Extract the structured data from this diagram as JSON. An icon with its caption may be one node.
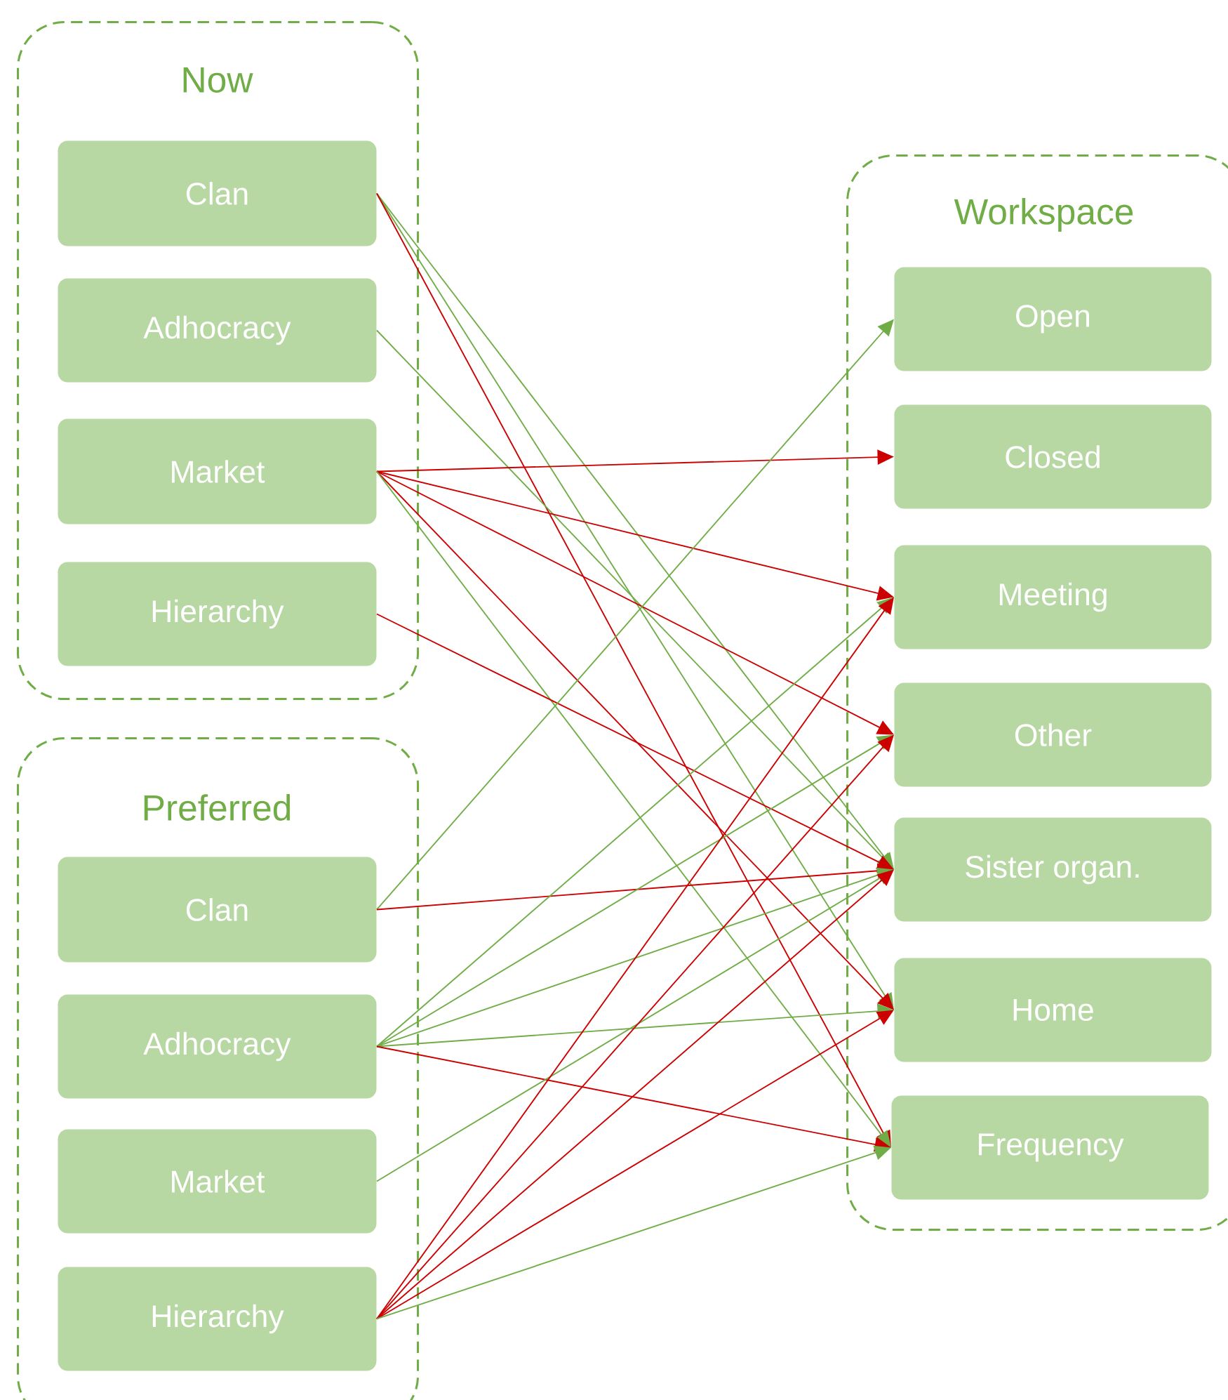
{
  "diagram": {
    "nodes": [
      {
        "text": [
          "Now"
        ]
      },
      {
        "text": [
          "Clan"
        ],
        "in": 0
      },
      {
        "text": [
          "Adhocracy"
        ],
        "in": 0
      },
      {
        "text": [
          "Market"
        ],
        "in": 0
      },
      {
        "text": [
          "Hierarchy"
        ],
        "in": 0
      },
      {
        "text": [
          "Preferred"
        ]
      },
      {
        "text": [
          "Clan"
        ],
        "in": 5
      },
      {
        "text": [
          "Adhocracy"
        ],
        "in": 5
      },
      {
        "text": [
          "Market"
        ],
        "in": 5
      },
      {
        "text": [
          "Hierarchy"
        ],
        "in": 5
      },
      {
        "text": [
          "Workspace"
        ]
      },
      {
        "text": [
          "Open"
        ],
        "in": 10
      },
      {
        "text": [
          "Closed"
        ],
        "in": 10
      },
      {
        "text": [
          "Meeting"
        ],
        "in": 10
      },
      {
        "text": [
          "Other"
        ],
        "in": 10
      },
      {
        "text": [
          "Sister organ."
        ],
        "in": 10
      },
      {
        "text": [
          "Home"
        ],
        "in": 10
      },
      {
        "text": [
          "Frequency"
        ],
        "in": 10
      }
    ],
    "edges": [
      {
        "from": 1,
        "to": 15,
        "arrow": "to",
        "color": "#70ad47"
      },
      {
        "from": 1,
        "to": 16,
        "arrow": "to",
        "color": "#70ad47"
      },
      {
        "from": 1,
        "to": 17,
        "arrow": "to"
      },
      {
        "from": 2,
        "to": 15,
        "arrow": "to",
        "color": "#70ad47"
      },
      {
        "from": 3,
        "to": 12,
        "arrow": "to"
      },
      {
        "from": 3,
        "to": 13,
        "arrow": "to"
      },
      {
        "from": 3,
        "to": 14,
        "arrow": "to"
      },
      {
        "from": 3,
        "to": 16,
        "arrow": "to"
      },
      {
        "from": 3,
        "to": 17,
        "arrow": "to",
        "color": "#70ad47"
      },
      {
        "from": 4,
        "to": 15,
        "arrow": "to"
      },
      {
        "from": 6,
        "to": 11,
        "arrow": "to",
        "color": "#70ad47"
      },
      {
        "from": 6,
        "to": 15,
        "arrow": "to"
      },
      {
        "from": 7,
        "to": 13,
        "arrow": "to",
        "color": "#70ad47"
      },
      {
        "from": 7,
        "to": 14,
        "arrow": "to",
        "color": "#70ad47"
      },
      {
        "from": 7,
        "to": 15,
        "arrow": "to",
        "color": "#70ad47"
      },
      {
        "from": 7,
        "to": 16,
        "arrow": "to",
        "color": "#70ad47"
      },
      {
        "from": 7,
        "to": 17,
        "arrow": "to"
      },
      {
        "from": 8,
        "to": 15,
        "arrow": "to",
        "color": "#70ad47"
      },
      {
        "from": 9,
        "to": 13,
        "arrow": "to"
      },
      {
        "from": 9,
        "to": 14,
        "arrow": "to"
      },
      {
        "from": 9,
        "to": 15,
        "arrow": "to"
      },
      {
        "from": 9,
        "to": 16,
        "arrow": "to"
      },
      {
        "from": 9,
        "to": 17,
        "arrow": "to",
        "color": "#70ad47"
      }
    ]
  }
}
